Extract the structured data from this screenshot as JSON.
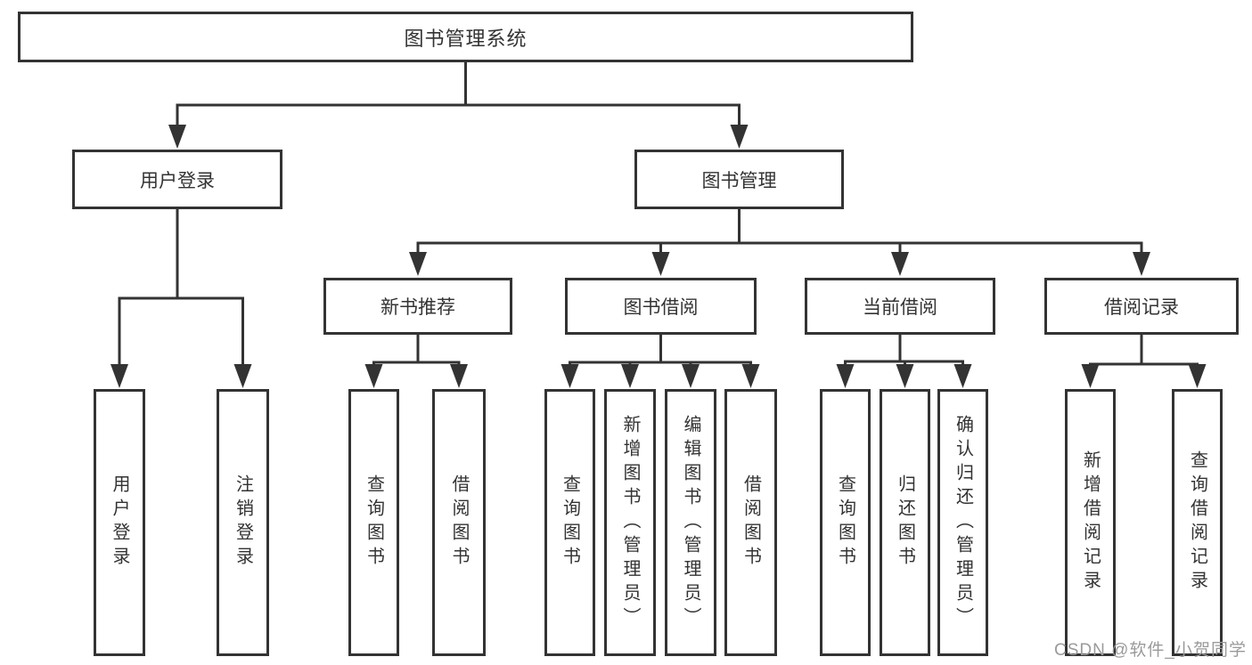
{
  "diagram": {
    "root": {
      "label": "图书管理系统"
    },
    "branches": [
      {
        "label": "用户登录",
        "children": [
          {
            "label": "用户登录"
          },
          {
            "label": "注销登录"
          }
        ]
      },
      {
        "label": "图书管理",
        "children": [
          {
            "label": "新书推荐",
            "children": [
              {
                "label": "查询图书"
              },
              {
                "label": "借阅图书"
              }
            ]
          },
          {
            "label": "图书借阅",
            "children": [
              {
                "label": "查询图书"
              },
              {
                "label": "新增图书（管理员）"
              },
              {
                "label": "编辑图书（管理员）"
              },
              {
                "label": "借阅图书"
              }
            ]
          },
          {
            "label": "当前借阅",
            "children": [
              {
                "label": "查询图书"
              },
              {
                "label": "归还图书"
              },
              {
                "label": "确认归还（管理员）"
              }
            ]
          },
          {
            "label": "借阅记录",
            "children": [
              {
                "label": "新增借阅记录"
              },
              {
                "label": "查询借阅记录"
              }
            ]
          }
        ]
      }
    ]
  },
  "watermark": {
    "text": "CSDN @软件_小贺同学"
  },
  "colors": {
    "line": "#333333",
    "box_border": "#333333",
    "box_fill": "#ffffff",
    "text": "#333333",
    "watermark": "#9a9a9a",
    "background": "#ffffff"
  }
}
